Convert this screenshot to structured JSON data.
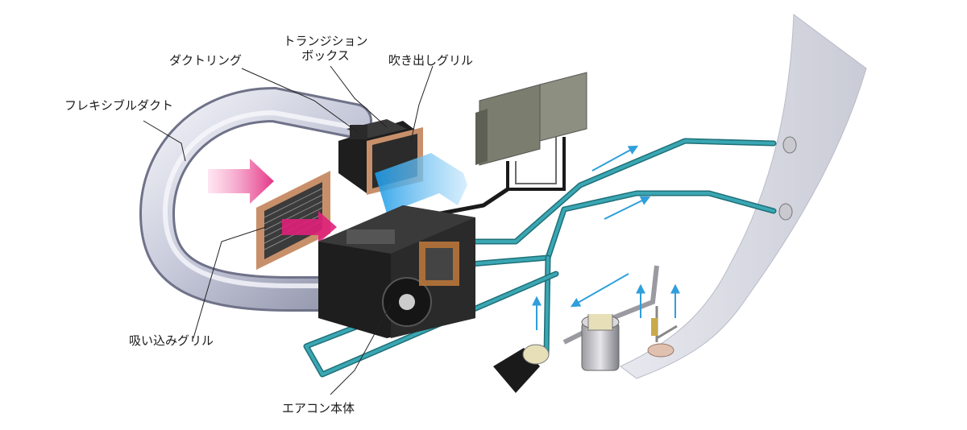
{
  "labels": {
    "flexible_duct": "フレキシブルダクト",
    "duct_ring": "ダクトリング",
    "transition_box_line1": "トランジション",
    "transition_box_line2": "ボックス",
    "outlet_grille": "吹き出しグリル",
    "intake_grille": "吸い込みグリル",
    "aircon_unit": "エアコン本体"
  },
  "colors": {
    "duct": "#c9ccdd",
    "coolant_pipe": "#3aa7b3",
    "flow_arrow": "#2f9fdc",
    "intake_arrow": "#e0207a",
    "outlet_air": "#3aa8f0",
    "grille": "#c8906a",
    "unit_body": "#1e1e1e",
    "panel": "#d9dbe4"
  }
}
